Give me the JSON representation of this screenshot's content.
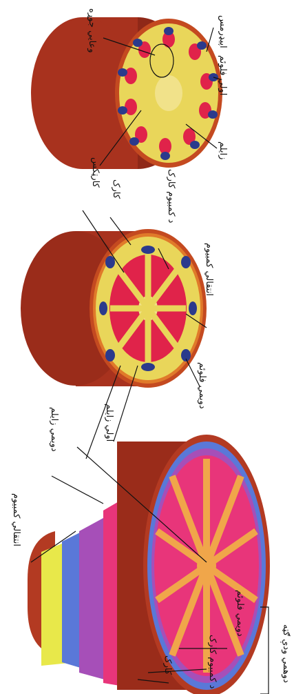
{
  "labels": {
    "epidermis": "اپیډرمس",
    "vascular_bundle": "وعایي جوړه",
    "primary_phloem": "اولي فلوئم",
    "xylem": "زایلم",
    "cortex": "کارټکس",
    "cork": "کارک",
    "cork_cambium": "د کمبیوم کارک",
    "vascular_cambium": "انتقالي کمبیوم",
    "secondary_phloem": "دویمي فلوئم",
    "primary_xylem": "اولي زایلم",
    "secondary_xylem": "دویمي زایلم",
    "cambium_lower": "انتقالي کمبیوم",
    "secondary_phloem_lower": "دویمي فلوئم",
    "cork_cambium_lower": "د کمبیوم کارک",
    "cork_lower": "کارک",
    "secondary_growth": "دوهمي ودې ګټه"
  },
  "colors": {
    "bark": "#b33a22",
    "bark_dark": "#7a1e12",
    "cortex": "#e9d65a",
    "xylem": "#e0234a",
    "phloem": "#2b3a8c",
    "wood": "#e8357a",
    "ray": "#f0a64a",
    "cambium": "#a64fb8",
    "phloem2": "#5a78d8",
    "yellow": "#e8e84a"
  }
}
